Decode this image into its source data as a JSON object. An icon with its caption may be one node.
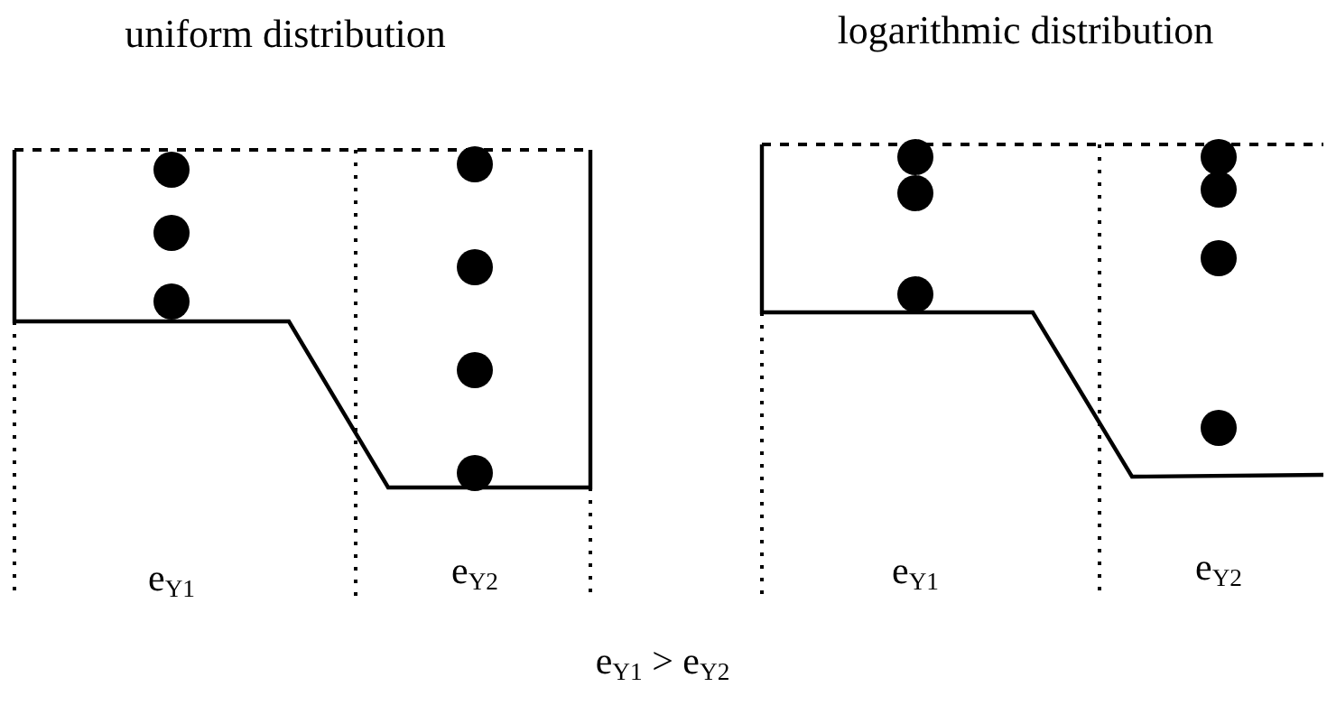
{
  "diagram": {
    "caption": "e$_{Y1}$ > e$_{Y2}$",
    "labels": [
      "uniform distribution",
      "logarithmic distribution",
      "e$_{Y1}$",
      "e$_{Y2}$",
      "e$_{Y1}$",
      "e$_{Y2}$"
    ]
  }
}
